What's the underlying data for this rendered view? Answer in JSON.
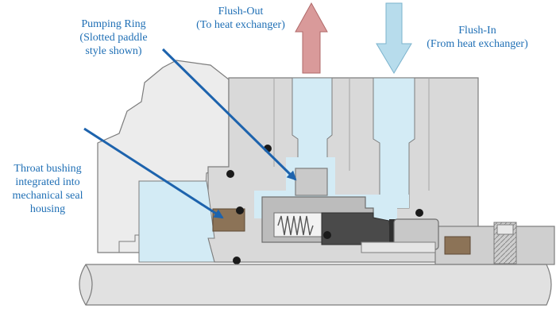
{
  "labels": {
    "flush_out": [
      "Flush-Out",
      "(To heat exchanger)"
    ],
    "flush_in": [
      "Flush-In",
      "(From heat exchanger)"
    ],
    "pumping_ring": [
      "Pumping Ring",
      "(Slotted paddle",
      "style shown)"
    ],
    "throat_bushing": [
      "Throat bushing",
      "integrated into",
      "mechanical seal",
      "housing"
    ]
  },
  "colors": {
    "label_text": "#1f6fb5",
    "leader_arrow": "#1d63ad",
    "flush_out_arrow": "#d99a9a",
    "flush_in_arrow": "#b7dcec",
    "fluid": "#d3ebf5",
    "housing": "#d9d9d9",
    "gland": "#cfcfcf",
    "pump_body": "#ececec",
    "outline": "#7d7d7d",
    "bushing": "#8c7357",
    "oring": "#1a1a1a",
    "shaft": "#e1e1e1"
  }
}
